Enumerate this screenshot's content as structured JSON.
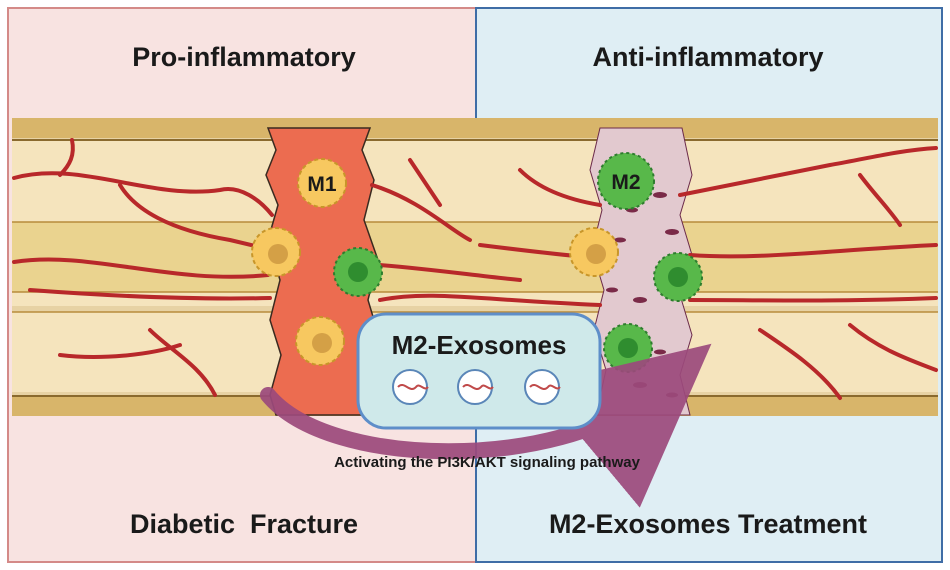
{
  "panels": {
    "left": {
      "heading": "Pro-inflammatory",
      "footer": "Diabetic  Fracture",
      "cell_label": "M1",
      "background": "#f8e3e1",
      "border": "#d48a88"
    },
    "right": {
      "heading": "Anti-inflammatory",
      "footer": "M2-Exosomes Treatment",
      "cell_label": "M2",
      "background": "#dfeef4",
      "border": "#3f6da6"
    }
  },
  "exosome_box": {
    "title": "M2-Exosomes",
    "fill": "#cfe9ea",
    "border": "#5e8ec9"
  },
  "arrow": {
    "caption": "Activating the PI3K/AKT signaling pathway",
    "color": "#9c4a7c"
  },
  "colors": {
    "bone_cortex": "#f2d9a8",
    "bone_marrow": "#e8cf94",
    "vessel": "#b8282a",
    "hematoma": "#ec6c50",
    "m1_cell": "#f7c860",
    "m2_cell": "#58b84a"
  },
  "icons": [
    "m1-macrophage-icon",
    "m2-macrophage-icon",
    "exosome-icon",
    "blood-vessel-icon"
  ]
}
